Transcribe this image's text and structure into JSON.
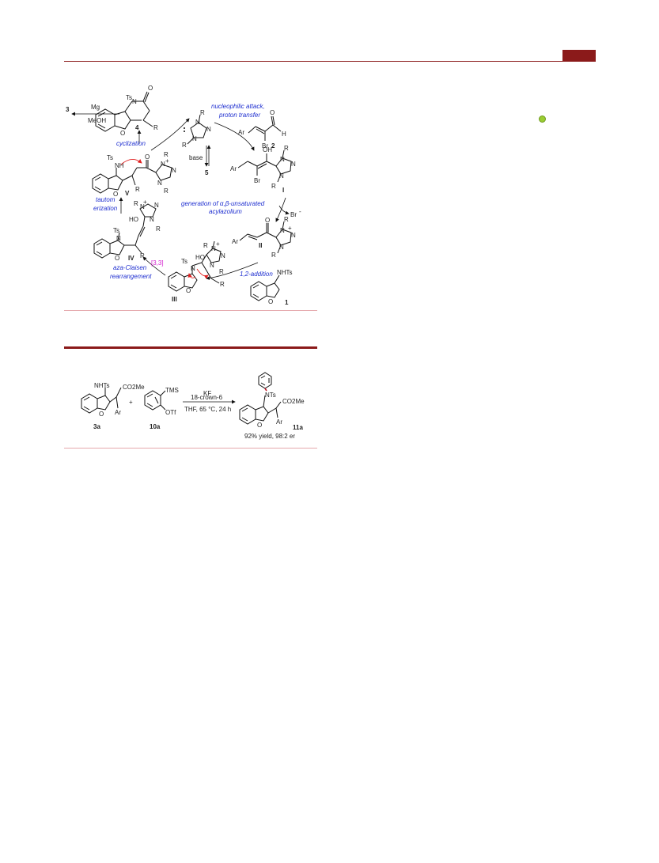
{
  "scheme1": {
    "steps": {
      "nucleophilic_attack": "nucleophilic attack,",
      "proton_transfer": "proton transfer",
      "generation_line1": "generation of α,β-unsaturated",
      "generation_line2": "acylazolium",
      "addition": "1,2-addition",
      "aza_claisen_line1": "aza-Claisen",
      "aza_claisen_line2": "rearrangement",
      "sigmatropic": "[3,3]",
      "tautom_line1": "tautom",
      "tautom_line2": "erization",
      "cyclization": "cyclization"
    },
    "reagents": {
      "mg": "Mg",
      "meoh": "MeOH",
      "base": "base",
      "bromide": "Br",
      "bromide_charge": "-"
    },
    "compounds": {
      "c1": "1",
      "c2": "2",
      "c3": "3",
      "c4": "4",
      "c5": "5",
      "intI": "I",
      "intII": "II",
      "intIII": "III",
      "intIV": "IV",
      "intV": "V"
    },
    "atoms": {
      "ts": "Ts",
      "o": "O",
      "n": "N",
      "r": "R",
      "ar": "Ar",
      "br": "Br",
      "h": "H",
      "oh": "OH",
      "ho": "HO",
      "nh": "NH",
      "nhts": "NHTs",
      "plus": "+"
    }
  },
  "scheme2": {
    "reagents": {
      "kf": "KF",
      "crown": "18-crown-6",
      "conditions": "THF, 65 °C, 24 h"
    },
    "labels": {
      "nhts": "NHTs",
      "co2me": "CO2Me",
      "ar": "Ar",
      "o": "O",
      "tms": "TMS",
      "otf": "OTf",
      "nts": "NTs",
      "plus": "+"
    },
    "compounds": {
      "c3a": "3a",
      "c10a": "10a",
      "c11a": "11a"
    },
    "result": "92% yield, 98:2 er"
  },
  "colors": {
    "accent": "#8b1a1a",
    "pink_rule": "#e5a9ad",
    "step_text": "#1f2fd0",
    "sigmatropic_text": "#d21ccd",
    "curved_arrow": "#e02020",
    "dot": "#9acd32"
  }
}
